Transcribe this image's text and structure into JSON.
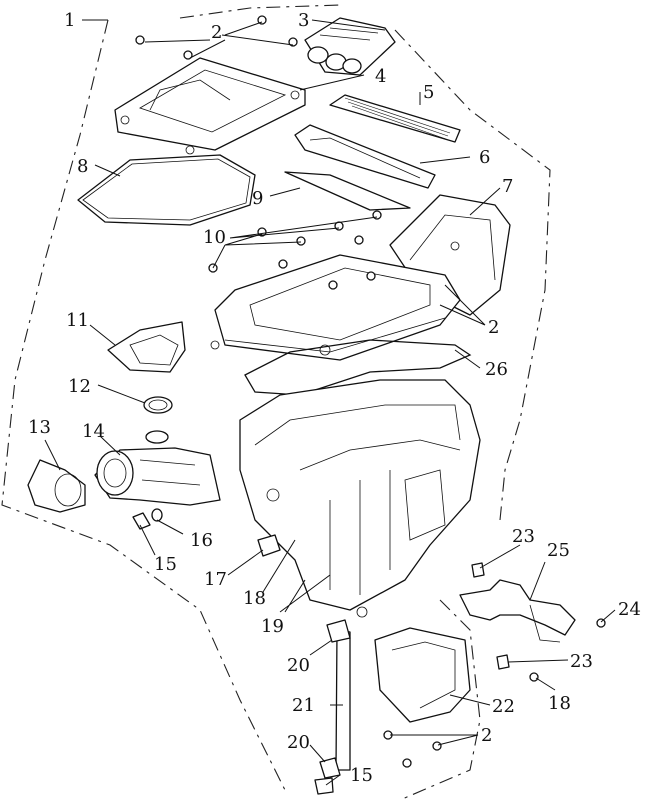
{
  "diagram": {
    "callouts": [
      {
        "id": "c1",
        "label": "1"
      },
      {
        "id": "c2a",
        "label": "2"
      },
      {
        "id": "c3",
        "label": "3"
      },
      {
        "id": "c4",
        "label": "4"
      },
      {
        "id": "c5",
        "label": "5"
      },
      {
        "id": "c6",
        "label": "6"
      },
      {
        "id": "c7",
        "label": "7"
      },
      {
        "id": "c8",
        "label": "8"
      },
      {
        "id": "c9",
        "label": "9"
      },
      {
        "id": "c10",
        "label": "10"
      },
      {
        "id": "c2b",
        "label": "2"
      },
      {
        "id": "c11",
        "label": "11"
      },
      {
        "id": "c26",
        "label": "26"
      },
      {
        "id": "c12",
        "label": "12"
      },
      {
        "id": "c13",
        "label": "13"
      },
      {
        "id": "c14",
        "label": "14"
      },
      {
        "id": "c16",
        "label": "16"
      },
      {
        "id": "c15a",
        "label": "15"
      },
      {
        "id": "c17",
        "label": "17"
      },
      {
        "id": "c18a",
        "label": "18"
      },
      {
        "id": "c19",
        "label": "19"
      },
      {
        "id": "c23a",
        "label": "23"
      },
      {
        "id": "c25",
        "label": "25"
      },
      {
        "id": "c24",
        "label": "24"
      },
      {
        "id": "c20a",
        "label": "20"
      },
      {
        "id": "c23b",
        "label": "23"
      },
      {
        "id": "c21",
        "label": "21"
      },
      {
        "id": "c22",
        "label": "22"
      },
      {
        "id": "c18b",
        "label": "18"
      },
      {
        "id": "c2c",
        "label": "2"
      },
      {
        "id": "c20b",
        "label": "20"
      },
      {
        "id": "c15b",
        "label": "15"
      }
    ]
  }
}
